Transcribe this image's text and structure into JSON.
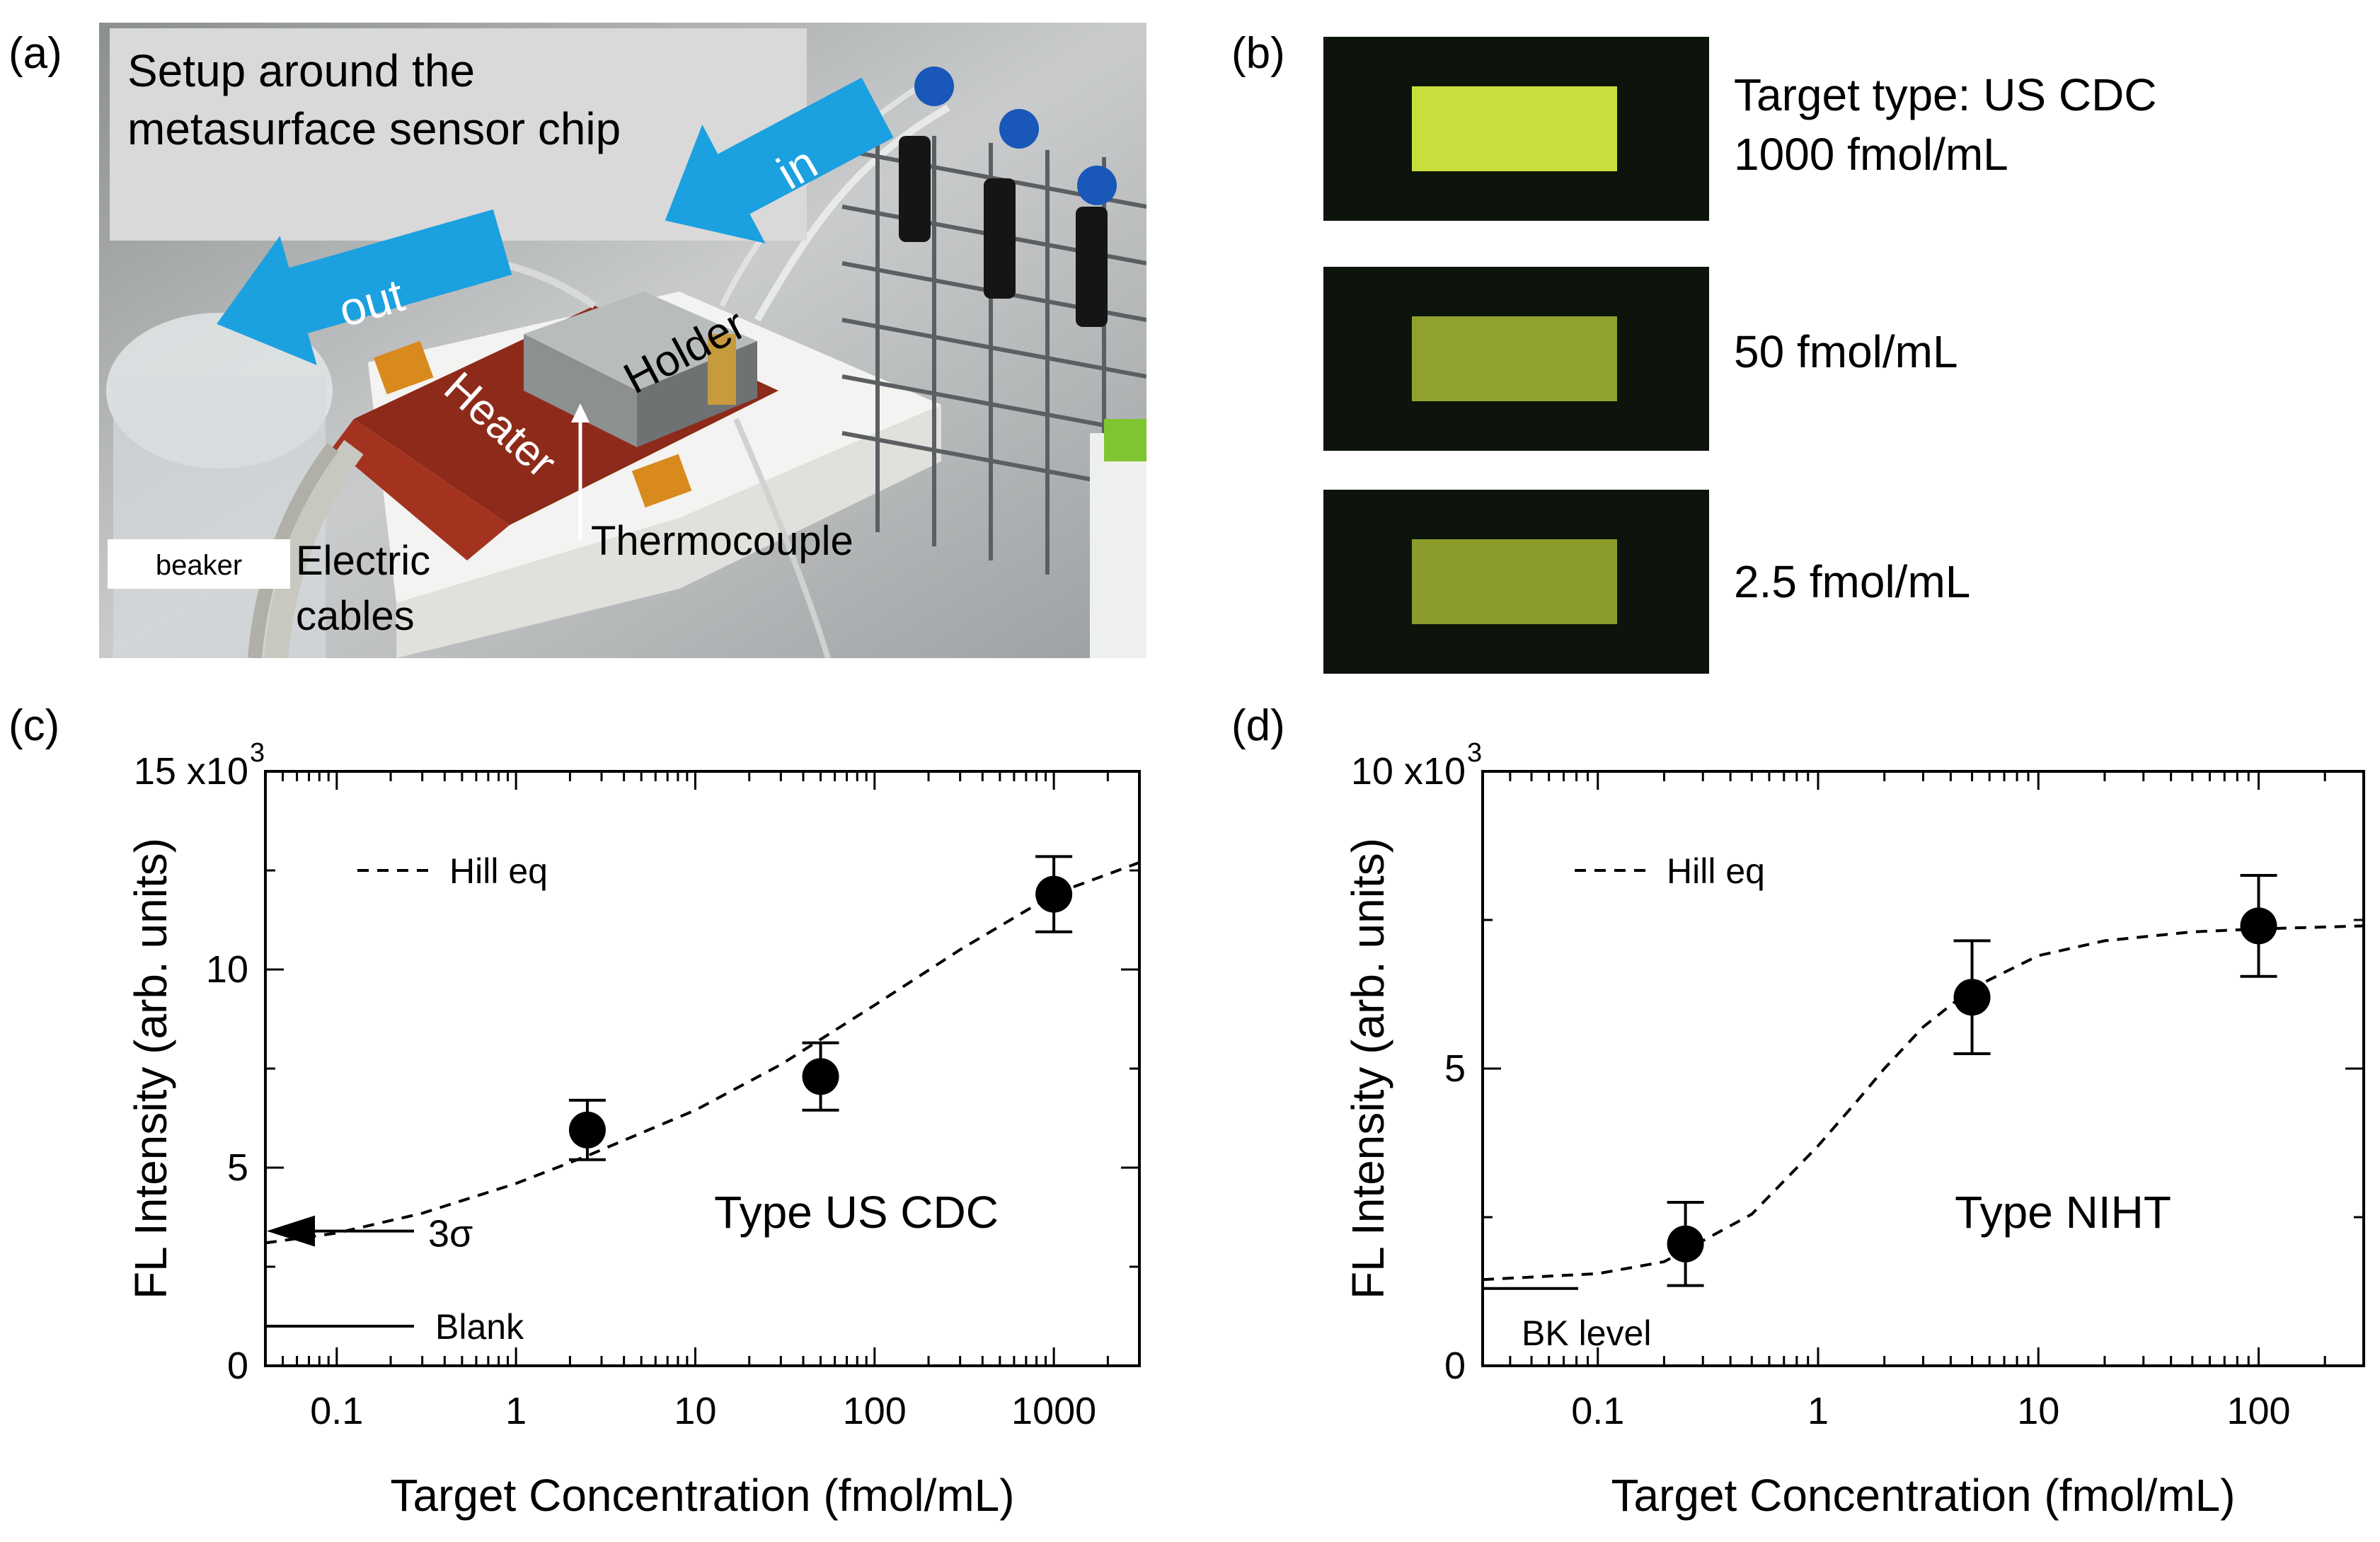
{
  "panels": {
    "a": "(a)",
    "b": "(b)",
    "c": "(c)",
    "d": "(d)"
  },
  "photo": {
    "title_line1": "Setup around the",
    "title_line2": "metasurface sensor chip",
    "in_label": "in",
    "out_label": "out",
    "holder_label": "Holder",
    "heater_label": "Heater",
    "thermocouple_label": "Thermocouple",
    "beaker_label": "beaker",
    "electric_label_1": "Electric",
    "electric_label_2": "cables"
  },
  "fluorescence": {
    "images": [
      {
        "label_line1": "Target type: US CDC",
        "label_line2": "1000 fmol/mL",
        "intensity": 1.0
      },
      {
        "label_line1": "50 fmol/mL",
        "label_line2": "",
        "intensity": 0.55
      },
      {
        "label_line1": "2.5 fmol/mL",
        "label_line2": "",
        "intensity": 0.5
      }
    ],
    "colors": {
      "bright": "#c8de3c",
      "background": "#0d140b"
    }
  },
  "chart_data": [
    {
      "type": "scatter",
      "title": "",
      "xlabel": "Target Concentration (fmol/mL)",
      "ylabel": "FL Intensity (arb. units)",
      "y_multiplier_label": "x10",
      "y_multiplier_exp": "3",
      "xscale": "log",
      "xlim": [
        0.04,
        3000
      ],
      "ylim": [
        0,
        15
      ],
      "xticks": [
        0.1,
        1,
        10,
        100,
        1000
      ],
      "xtick_labels": [
        "0.1",
        "1",
        "10",
        "100",
        "1000"
      ],
      "yticks": [
        0,
        5,
        10,
        15
      ],
      "ytick_labels": [
        "0",
        "5",
        "10",
        "15"
      ],
      "points": {
        "x": [
          2.5,
          50,
          1000
        ],
        "y": [
          5.95,
          7.3,
          11.9
        ],
        "err": [
          0.75,
          0.85,
          0.95
        ]
      },
      "fit": {
        "name": "Hill eq",
        "style": "dashed",
        "x": [
          0.04,
          0.1,
          0.3,
          1,
          2.5,
          10,
          30,
          100,
          300,
          1000,
          3000
        ],
        "y": [
          3.1,
          3.35,
          3.85,
          4.6,
          5.3,
          6.45,
          7.6,
          9.1,
          10.5,
          11.9,
          12.7
        ]
      },
      "annotations": {
        "three_sigma": {
          "label": "3σ",
          "y": 3.4
        },
        "blank": {
          "label": "Blank",
          "y": 1.0
        },
        "type_label": "Type US CDC"
      }
    },
    {
      "type": "scatter",
      "title": "",
      "xlabel": "Target Concentration (fmol/mL)",
      "ylabel": "FL Intensity (arb. units)",
      "y_multiplier_label": "x10",
      "y_multiplier_exp": "3",
      "xscale": "log",
      "xlim": [
        0.03,
        300
      ],
      "ylim": [
        0,
        10
      ],
      "xticks": [
        0.1,
        1,
        10,
        100
      ],
      "xtick_labels": [
        "0.1",
        "1",
        "10",
        "100"
      ],
      "yticks": [
        0,
        5,
        10
      ],
      "ytick_labels": [
        "0",
        "5",
        "10"
      ],
      "points": {
        "x": [
          0.25,
          5,
          100
        ],
        "y": [
          2.05,
          6.2,
          7.4
        ],
        "err": [
          0.7,
          0.95,
          0.85
        ]
      },
      "fit": {
        "name": "Hill eq",
        "style": "dashed",
        "x": [
          0.03,
          0.1,
          0.2,
          0.5,
          1,
          1.5,
          2,
          3,
          5,
          10,
          20,
          50,
          100,
          300
        ],
        "y": [
          1.45,
          1.55,
          1.75,
          2.55,
          3.7,
          4.45,
          5.0,
          5.7,
          6.35,
          6.9,
          7.15,
          7.3,
          7.35,
          7.4
        ]
      },
      "annotations": {
        "bk_level": {
          "label": "BK level",
          "y": 1.3
        },
        "type_label": "Type NIHT"
      }
    }
  ]
}
